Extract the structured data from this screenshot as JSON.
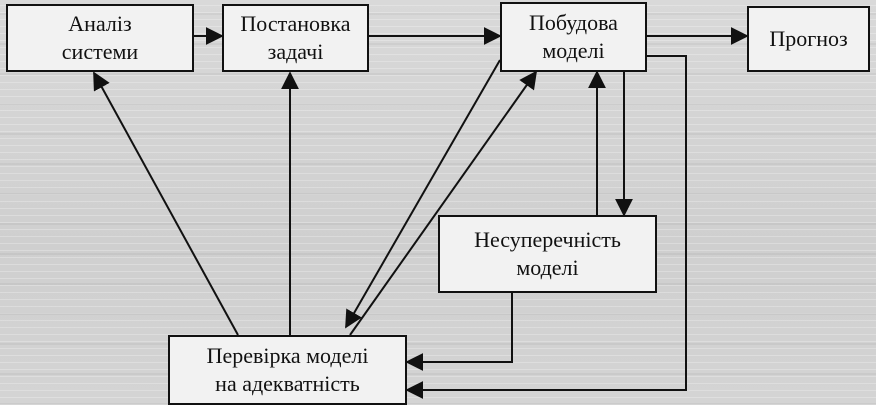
{
  "diagram": {
    "nodes": {
      "analysis": "Аналіз\nсистеми",
      "task": "Постановка\nзадачі",
      "build": "Побудова\nмоделі",
      "forecast": "Прогноз",
      "consistency": "Несуперечність\nмоделі",
      "adequacy": "Перевірка моделі\nна адекватність"
    }
  }
}
